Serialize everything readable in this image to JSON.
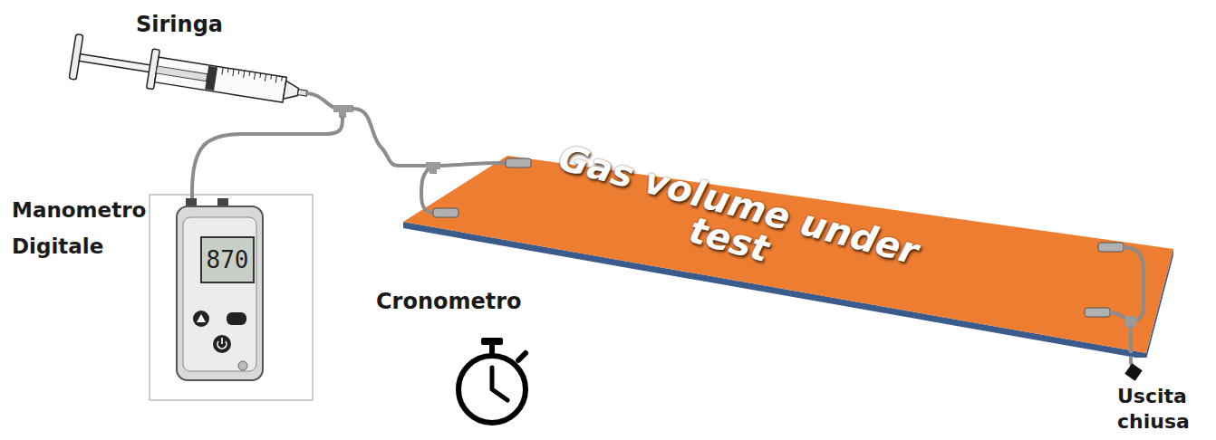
{
  "diagram": {
    "nodes": [
      {
        "text": [
          "Siringa"
        ]
      },
      {
        "text": [
          "Manometro Digitale",
          "870"
        ]
      },
      {
        "text": [
          "Gas volume under test"
        ]
      },
      {
        "text": [
          "Uscita chiusa"
        ]
      }
    ],
    "edges": [
      {
        "from": 1,
        "to": 0,
        "arrow": "none"
      },
      {
        "from": 0,
        "to": 2,
        "arrow": "none"
      },
      {
        "from": 2,
        "to": 3,
        "arrow": "none"
      }
    ],
    "labels": [
      "Cronometro"
    ]
  }
}
